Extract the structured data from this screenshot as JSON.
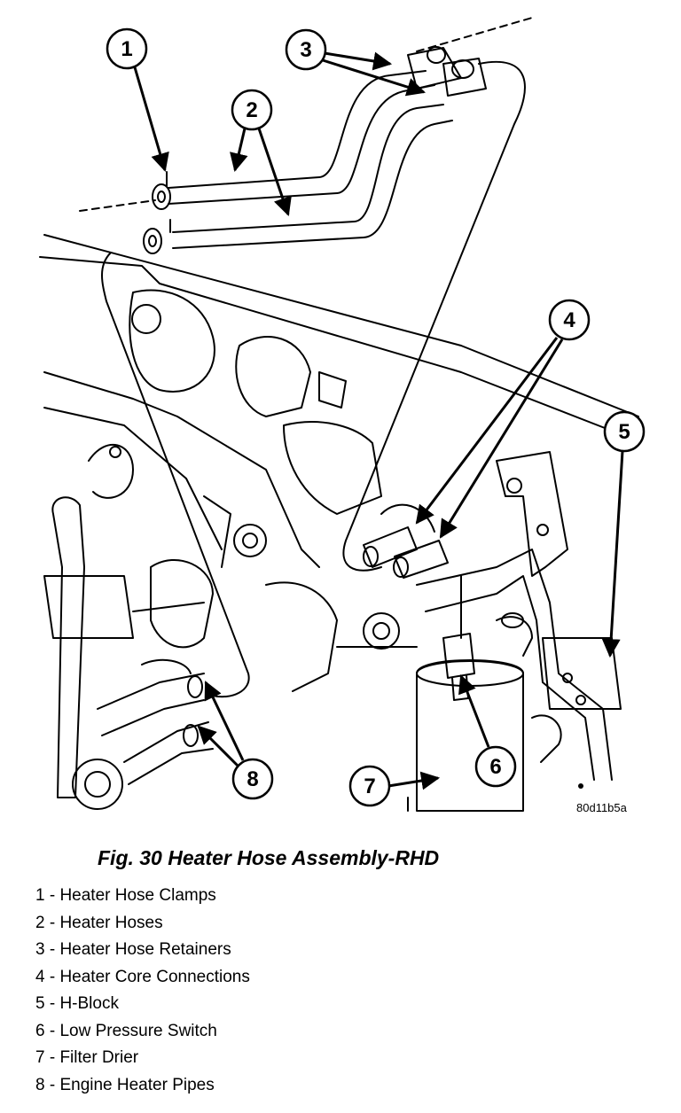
{
  "figure": {
    "callouts": [
      "1",
      "2",
      "3",
      "4",
      "5",
      "6",
      "7",
      "8"
    ],
    "image_code": "80d11b5a"
  },
  "caption": "Fig. 30 Heater Hose Assembly-RHD",
  "legend": [
    "1 - Heater Hose Clamps",
    "2 - Heater Hoses",
    "3 - Heater Hose Retainers",
    "4 - Heater Core Connections",
    "5 - H-Block",
    "6 - Low Pressure Switch",
    "7 - Filter Drier",
    "8 - Engine Heater Pipes"
  ]
}
